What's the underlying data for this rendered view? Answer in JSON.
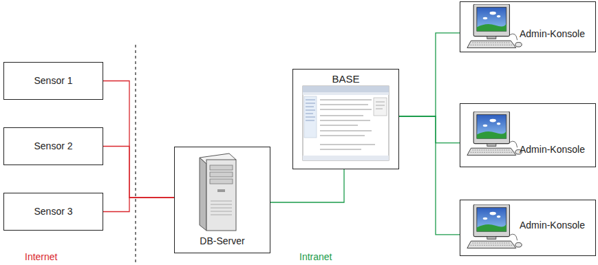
{
  "diagram": {
    "nodes": [
      {
        "text": [
          "Sensor 1"
        ]
      },
      {
        "text": [
          "Sensor 2"
        ]
      },
      {
        "text": [
          "Sensor 3"
        ]
      },
      {
        "text": [
          "DB-Server"
        ]
      },
      {
        "text": [
          "BASE"
        ]
      },
      {
        "text": [
          "Admin-Konsole"
        ]
      },
      {
        "text": [
          "Admin-Konsole"
        ]
      },
      {
        "text": [
          "Admin-Konsole"
        ]
      }
    ],
    "edges": [
      {
        "from": 0,
        "to": 3,
        "arrow": "none"
      },
      {
        "from": 1,
        "to": 3,
        "arrow": "none"
      },
      {
        "from": 2,
        "to": 3,
        "arrow": "none"
      },
      {
        "from": 3,
        "to": 4,
        "arrow": "none"
      },
      {
        "from": 4,
        "to": 5,
        "arrow": "none"
      },
      {
        "from": 4,
        "to": 6,
        "arrow": "none"
      },
      {
        "from": 4,
        "to": 7,
        "arrow": "none"
      }
    ],
    "labels": [
      "Internet",
      "Intranet"
    ]
  }
}
